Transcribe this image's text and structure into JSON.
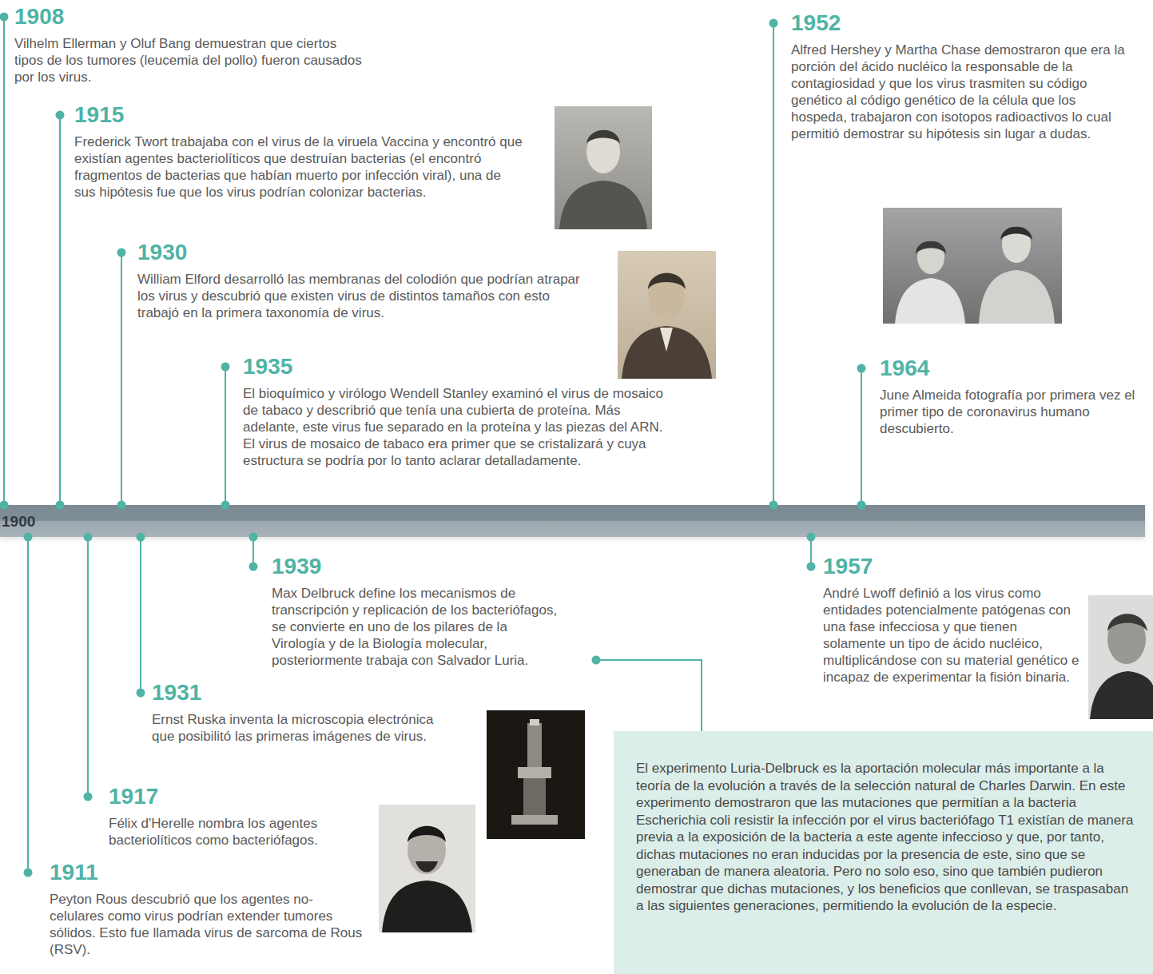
{
  "diagram": {
    "nodes": [
      {
        "text": [
          "1908",
          "Vilhelm Ellerman y Oluf Bang demuestran que ciertos tipos de los tumores (leucemia del pollo) fueron causados por los virus."
        ]
      },
      {
        "text": [
          "1915",
          "Frederick Twort trabajaba con el virus de la viruela Vaccina y encontró que existían agentes bacteriolíticos que destruían bacterias (el encontró fragmentos de bacterias que habían muerto por infección viral), una de sus hipótesis fue que los virus podrían colonizar bacterias."
        ]
      },
      {
        "text": [
          "1930",
          "William Elford desarrolló las membranas del colodión que podrían atrapar los virus y descubrió que existen virus de distintos tamaños con esto trabajó en la primera taxonomía de virus."
        ]
      },
      {
        "text": [
          "1935",
          "El bioquímico y virólogo Wendell Stanley examinó el virus de mosaico de tabaco y describrió que tenía una cubierta de proteína. Más adelante, este virus fue separado en la proteína y las piezas del ARN. El virus de mosaico de tabaco era primer que se cristalizará y cuya estructura se podría por lo tanto aclarar detalladamente."
        ]
      },
      {
        "text": [
          "1952",
          "Alfred Hershey y Martha Chase demostraron que era la porción del ácido nucléico la responsable de la contagiosidad y que los virus trasmiten su código genético al código genético de la célula que los hospeda, trabajaron con isotopos radioactivos lo cual permitió demostrar su hipótesis sin lugar a dudas."
        ]
      },
      {
        "text": [
          "1964",
          "June Almeida fotografía por primera vez el primer tipo de coronavirus humano descubierto."
        ]
      },
      {
        "text": [
          "1900"
        ]
      },
      {
        "text": [
          "1911",
          "Peyton Rous descubrió que los agentes no-celulares como virus podrían extender tumores sólidos. Esto fue llamada virus de sarcoma de Rous (RSV)."
        ]
      },
      {
        "text": [
          "1917",
          "Félix d'Herelle nombra los agentes bacteriolíticos como bacteriófagos."
        ]
      },
      {
        "text": [
          "1931",
          "Ernst Ruska inventa la microscopia electrónica que posibilitó las primeras imágenes de virus."
        ]
      },
      {
        "text": [
          "1939",
          "Max Delbruck define los mecanismos de transcripción y replicación de los bacteriófagos, se convierte en uno de los pilares de la Virología y de la Biología molecular, posteriormente trabaja con Salvador Luria."
        ]
      },
      {
        "text": [
          "1957",
          "André Lwoff definió a los virus como entidades potencialmente patógenas con una fase infecciosa y que tienen solamente un tipo de ácido nucléico, multiplicándose con su material genético e incapaz de experimentar la fisión binaria."
        ]
      },
      {
        "text": [
          "El experimento Luria-Delbruck es la aportación molecular más importante a la teoría de la evolución a través de la selección natural de Charles Darwin. En este experimento demostraron que las mutaciones que permitían a la bacteria Escherichia coli resistir la infección por el virus bacteriófago T1 existían de manera previa a la exposición de la bacteria a este agente infeccioso y que, por tanto, dichas mutaciones no eran inducidas por la presencia de este, sino que se generaban de manera aleatoria. Pero no solo eso, sino que también pudieron demostrar que dichas mutaciones, y los beneficios que conllevan, se traspasaban a las siguientes generaciones, permitiendo la evolución de la especie."
        ]
      }
    ],
    "edges": [
      {
        "from": 6,
        "to": 0,
        "arrow": "none"
      },
      {
        "from": 6,
        "to": 1,
        "arrow": "none"
      },
      {
        "from": 6,
        "to": 2,
        "arrow": "none"
      },
      {
        "from": 6,
        "to": 3,
        "arrow": "none"
      },
      {
        "from": 6,
        "to": 4,
        "arrow": "none"
      },
      {
        "from": 6,
        "to": 5,
        "arrow": "none"
      },
      {
        "from": 6,
        "to": 7,
        "arrow": "none"
      },
      {
        "from": 6,
        "to": 8,
        "arrow": "none"
      },
      {
        "from": 6,
        "to": 9,
        "arrow": "none"
      },
      {
        "from": 6,
        "to": 10,
        "arrow": "none"
      },
      {
        "from": 6,
        "to": 11,
        "arrow": "none"
      },
      {
        "from": 10,
        "to": 12,
        "arrow": "none"
      }
    ]
  }
}
